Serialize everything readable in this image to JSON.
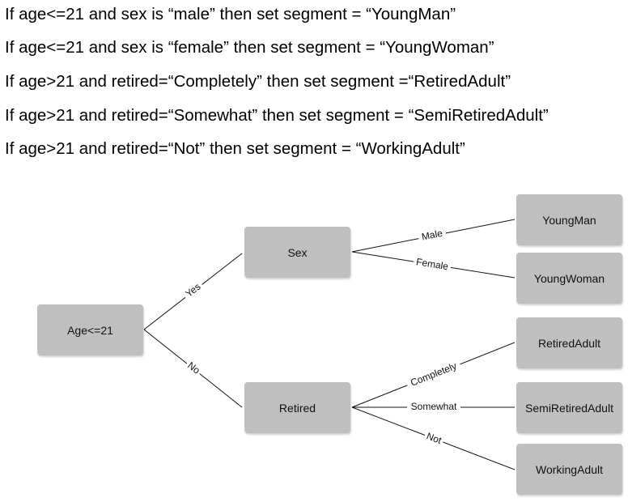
{
  "rules": [
    "If age<=21 and sex is “male” then set segment = “YoungMan”",
    "If age<=21 and sex is “female” then set segment = “YoungWoman”",
    "If age>21 and retired=“Completely” then set segment =“RetiredAdult”",
    "If age>21 and retired=“Somewhat” then set segment = “SemiRetiredAdult”",
    "If age>21 and retired=“Not” then set segment = “WorkingAdult”"
  ],
  "tree": {
    "root": "Age<=21",
    "sex": "Sex",
    "retired": "Retired",
    "leaves": {
      "young_man": "YoungMan",
      "young_woman": "YoungWoman",
      "retired_adult": "RetiredAdult",
      "semi_retired_adult": "SemiRetiredAdult",
      "working_adult": "WorkingAdult"
    },
    "edges": {
      "yes": "Yes",
      "no": "No",
      "male": "Male",
      "female": "Female",
      "completely": "Completely",
      "somewhat": "Somewhat",
      "not": "Not"
    }
  },
  "colors": {
    "node_fill": "#bfbfbf",
    "line": "#111111"
  }
}
